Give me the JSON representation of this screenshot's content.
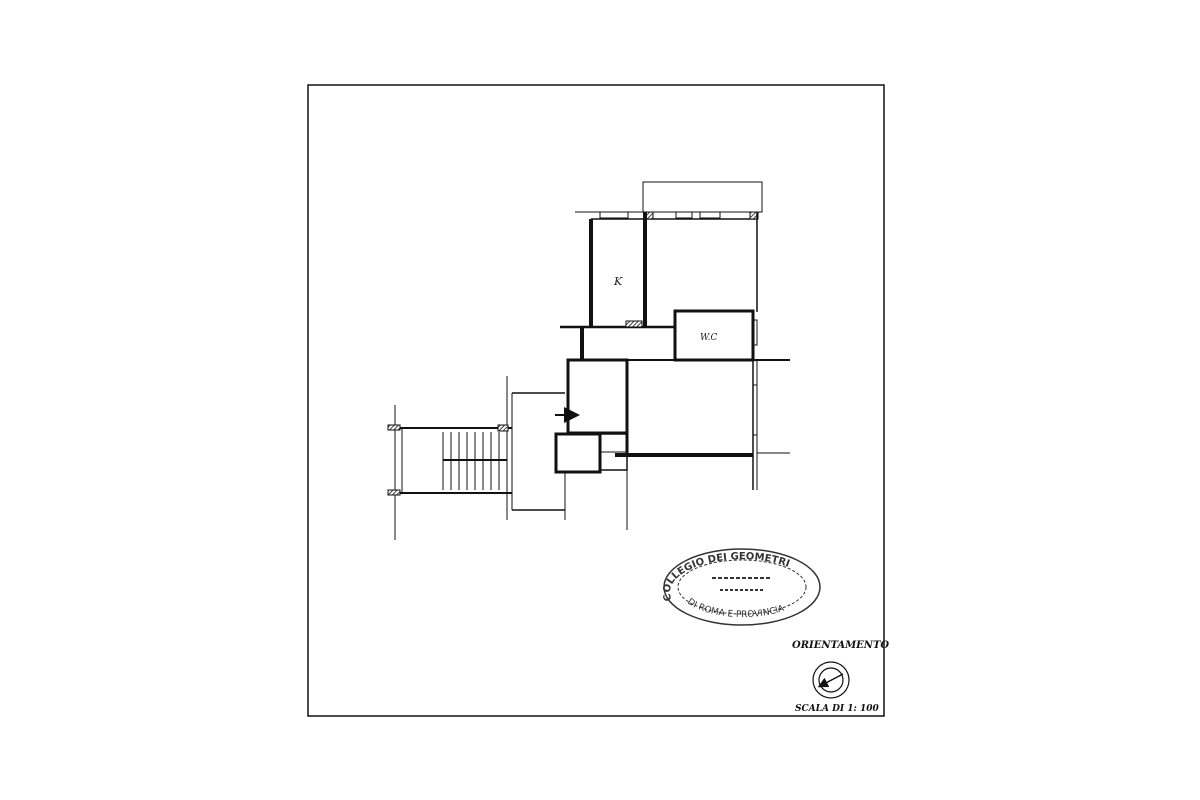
{
  "drawing": {
    "room_labels": {
      "kitchen": "K",
      "wc": "W.C"
    },
    "orientation_label": "ORIENTAMENTO",
    "scale_label": "SCALA DI 1: 100",
    "stamp": {
      "outer_text": "COLLEGIO DEI GEOMETRI DI ROMA E PROVINCIA",
      "ink_color": "#333333"
    },
    "line_color": "#111111"
  }
}
